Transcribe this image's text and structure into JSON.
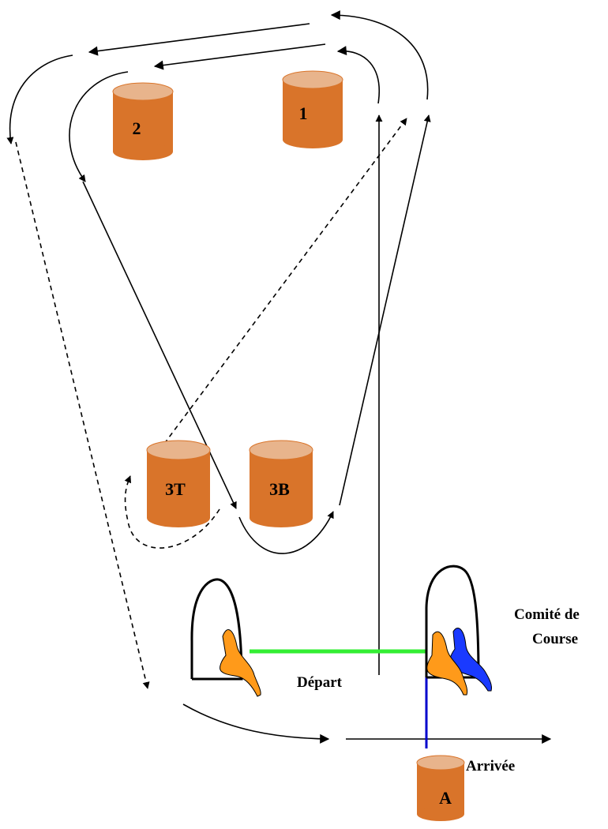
{
  "buoys": {
    "b1": "1",
    "b2": "2",
    "b3t": "3T",
    "b3b": "3B",
    "ba": "A"
  },
  "labels": {
    "depart": "Départ",
    "arrivee": "Arrivée",
    "comite_line1": "Comité de",
    "comite_line2": "Course"
  },
  "colors": {
    "buoy_body": "#d9742a",
    "buoy_top": "#e8b48c",
    "start_line": "#33ee33",
    "finish_line": "#0000cc",
    "boat_orange": "#ff9a1a",
    "boat_blue": "#1a3aff"
  }
}
